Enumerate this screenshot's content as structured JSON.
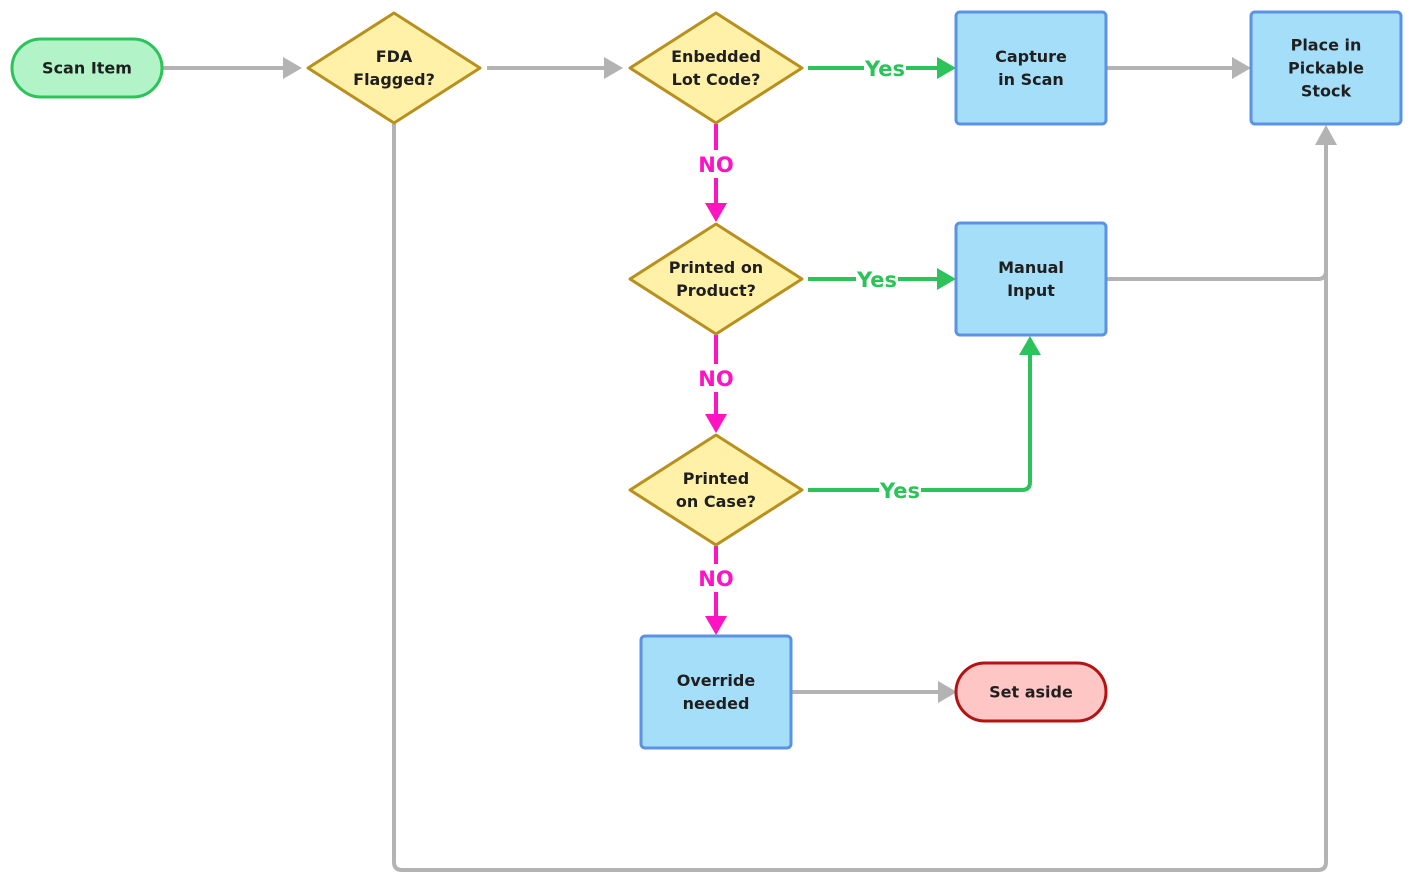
{
  "nodes": {
    "scan_item": [
      "Scan Item"
    ],
    "fda_flagged": [
      "FDA",
      "Flagged?"
    ],
    "embedded_lot_code": [
      "Enbedded",
      "Lot Code?"
    ],
    "capture_in_scan": [
      "Capture",
      "in Scan"
    ],
    "place_in_stock": [
      "Place in",
      "Pickable",
      "Stock"
    ],
    "printed_on_product": [
      "Printed on",
      "Product?"
    ],
    "manual_input": [
      "Manual",
      "Input"
    ],
    "printed_on_case": [
      "Printed",
      "on Case?"
    ],
    "override_needed": [
      "Override",
      "needed"
    ],
    "set_aside": [
      "Set aside"
    ]
  },
  "edge_labels": {
    "lot_yes": "Yes",
    "lot_no": "NO",
    "product_yes": "Yes",
    "product_no": "NO",
    "case_yes": "Yes",
    "case_no": "NO"
  },
  "colors": {
    "start_fill": "#b2f3c8",
    "start_stroke": "#2cc45a",
    "decision_fill": "#fff1a8",
    "decision_stroke": "#b8901e",
    "process_fill": "#a5def9",
    "process_stroke": "#5b93e4",
    "terminal_fill": "#ffc6c6",
    "terminal_stroke": "#b51313",
    "edge_gray": "#b3b3b3",
    "edge_yes": "#2cc45a",
    "edge_no": "#ff14c4"
  }
}
